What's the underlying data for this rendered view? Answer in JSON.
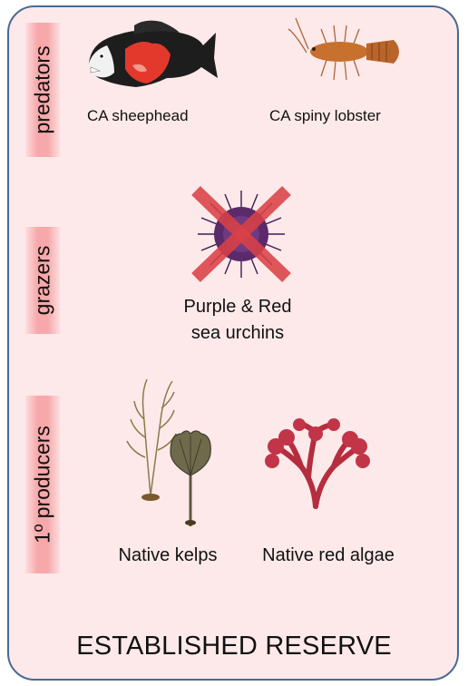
{
  "levels": {
    "predators": "predators",
    "grazers": "grazers",
    "producers": "1º producers"
  },
  "organisms": {
    "sheephead": "CA sheephead",
    "lobster": "CA spiny lobster",
    "urchins_line1": "Purple & Red",
    "urchins_line2": "sea urchins",
    "kelps": "Native kelps",
    "red_algae": "Native red algae"
  },
  "footer": "ESTABLISHED RESERVE",
  "colors": {
    "panel_background": "#fde9ea",
    "panel_border": "#4a6a92",
    "level_label_band": "#f7a8aa",
    "cross_mark": "#d94045"
  },
  "icons": {
    "sheephead": "sheephead-fish-icon",
    "lobster": "spiny-lobster-icon",
    "urchin": "sea-urchin-icon",
    "cross": "red-x-cross-icon",
    "kelp": "kelp-icon",
    "red_algae": "red-algae-icon"
  }
}
